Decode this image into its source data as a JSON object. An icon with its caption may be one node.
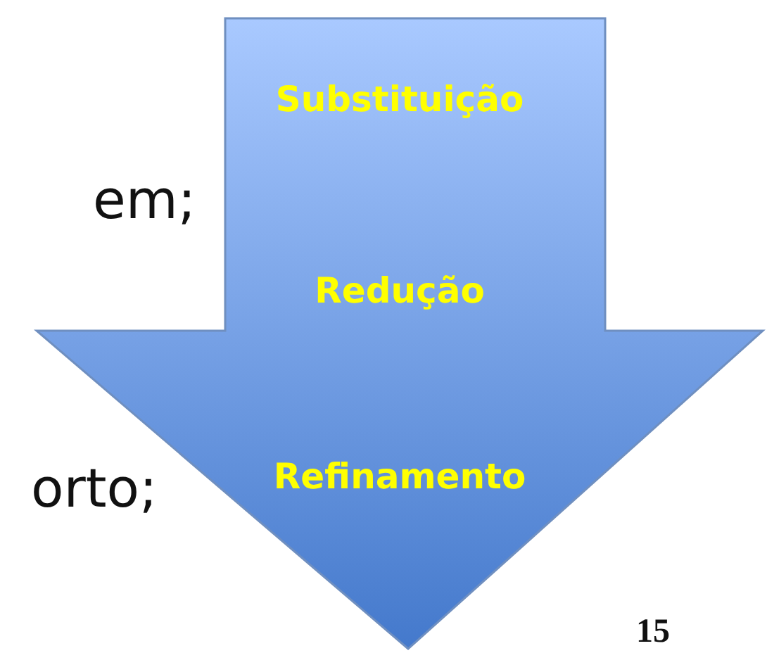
{
  "diagram": {
    "nodes": [
      {
        "text": [
          "Substituição",
          "Redução",
          "Refinamento"
        ]
      }
    ],
    "labels": [
      "em;",
      "orto;",
      "15"
    ]
  }
}
